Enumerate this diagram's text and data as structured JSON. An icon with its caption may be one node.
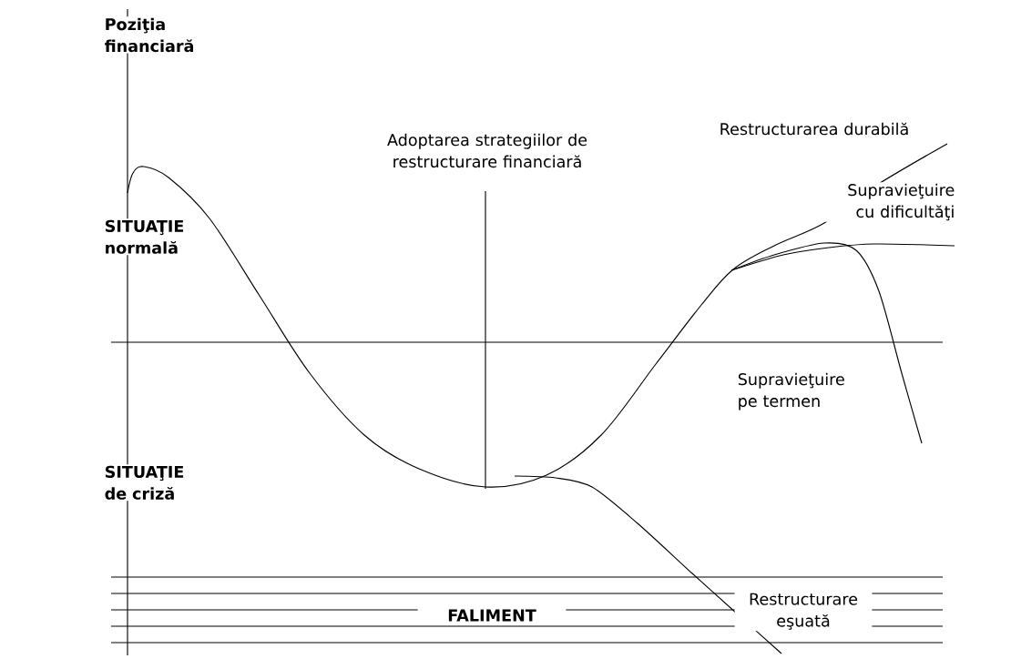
{
  "diagram": {
    "labels": [
      "Poziţia financiară",
      "SITUAŢIE normală",
      "SITUAŢIE de criză",
      "Adoptarea strategiilor de restructurare financiară",
      "Restructurarea durabilă",
      "Supravieţuire cu dificultăţi",
      "Supravieţuire pe termen",
      "FALIMENT",
      "Restructurare eşuată"
    ]
  }
}
